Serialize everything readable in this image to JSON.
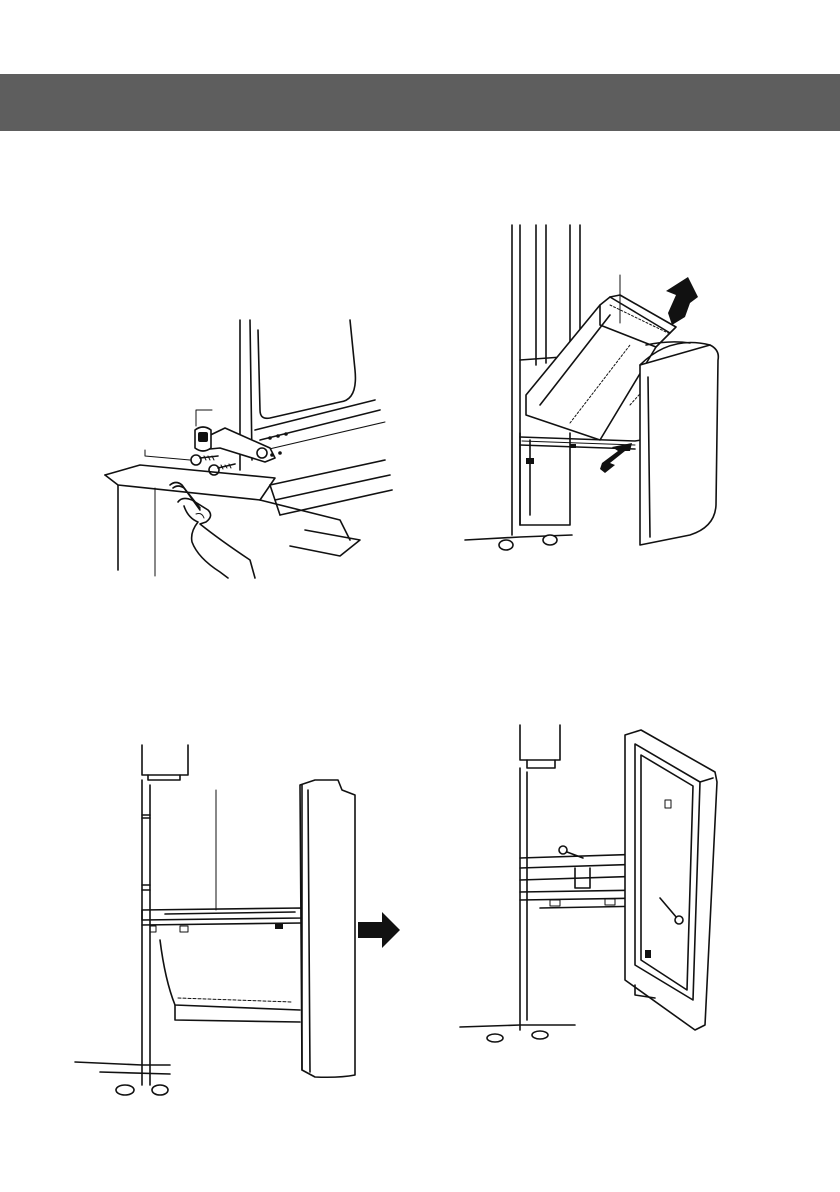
{
  "header": {
    "band_color": "#5e5e5e"
  },
  "figures": [
    {
      "id": "hinge-removal",
      "icons": [
        "hinge-icon",
        "screw-icon",
        "hex-key-icon",
        "hand-icon"
      ]
    },
    {
      "id": "drawer-lift-out",
      "icons": [
        "drawer-basket-icon",
        "up-arrow-icon",
        "push-arrow-icon"
      ]
    },
    {
      "id": "drawer-rail-side",
      "icons": [
        "rail-icon",
        "right-arrow-icon"
      ]
    },
    {
      "id": "drawer-screws",
      "icons": [
        "screw-icon",
        "door-frame-icon"
      ]
    }
  ],
  "colors": {
    "ink": "#111111",
    "band": "#5e5e5e",
    "arrow": "#1a1a1a"
  }
}
